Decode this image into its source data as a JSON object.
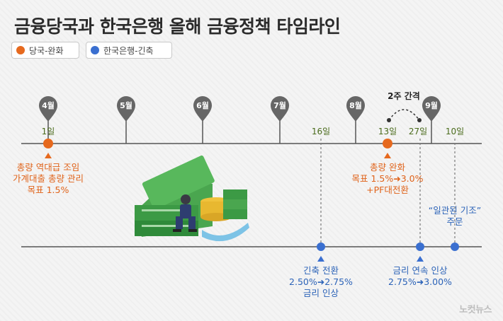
{
  "title": "금융당국과 한국은행 올해 금융정책 타임라인",
  "legend": [
    {
      "label": "당국-완화",
      "color": "#e6691e"
    },
    {
      "label": "한국은행-긴축",
      "color": "#3a6fd0"
    }
  ],
  "months": [
    "4월",
    "5월",
    "6월",
    "7월",
    "8월",
    "9월"
  ],
  "days": {
    "top_1": "1일",
    "top_16": "16일",
    "top_13": "13일",
    "top_27": "27일",
    "top_10": "10일"
  },
  "gap_label": "2주 간격",
  "notes": {
    "apr_line1": "총량 역대급 조임",
    "apr_line2": "가계대출 총량 관리",
    "apr_line3": "목표 1.5%",
    "sep_line1": "총량 완화",
    "sep_line2": "목표 1.5%➜3.0%",
    "sep_line3": "+PF대전환",
    "jul_line1": "긴축 전환",
    "jul_line2": "2.50%➜2.75%",
    "jul_line3": "금리 인상",
    "aug_line1": "금리 연속 인상",
    "aug_line2": "2.75%➜3.00%",
    "oct_line1": "“일관된 기조”",
    "oct_line2": "주문"
  },
  "watermark": "노컷뉴스"
}
